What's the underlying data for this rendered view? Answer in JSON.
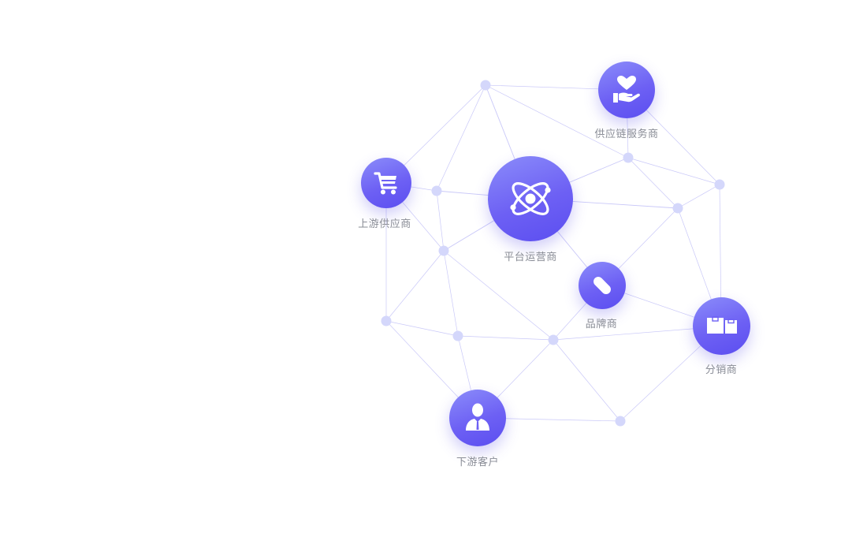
{
  "colors": {
    "node_gradient_start": "#8b8cfa",
    "node_gradient_end": "#5b4ef0",
    "line": "#b7b6f5",
    "dot": "#d4d7fb",
    "label": "#8a8d96"
  },
  "nodes": {
    "platform": {
      "label": "平台运营商",
      "icon": "atom-icon"
    },
    "supply_chain": {
      "label": "供应链服务商",
      "icon": "heart-hand-icon"
    },
    "upstream": {
      "label": "上游供应商",
      "icon": "shopping-cart-icon"
    },
    "brand": {
      "label": "品牌商",
      "icon": "capsule-icon"
    },
    "distributor": {
      "label": "分销商",
      "icon": "boxes-icon"
    },
    "downstream": {
      "label": "下游客户",
      "icon": "customer-icon"
    }
  }
}
